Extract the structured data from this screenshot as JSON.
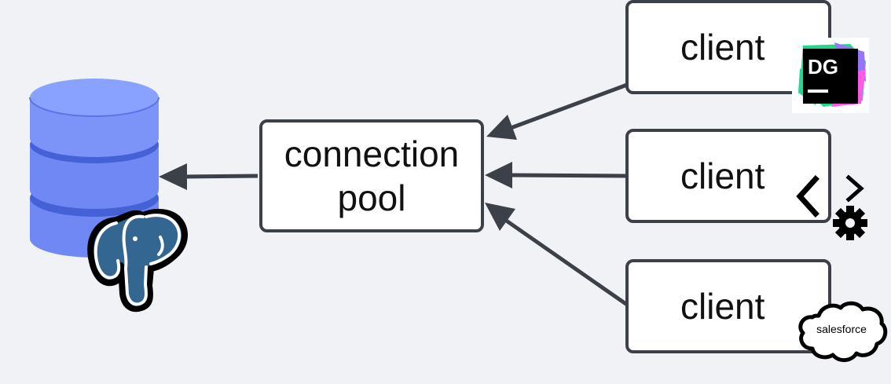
{
  "diagram": {
    "pool": {
      "line1": "connection",
      "line2": "pool"
    },
    "clients": [
      {
        "label": "client",
        "icon": "datagrip-icon",
        "icon_text": "DG"
      },
      {
        "label": "client",
        "icon": "code-gear-icon"
      },
      {
        "label": "client",
        "icon": "salesforce-icon",
        "icon_text": "salesforce"
      }
    ],
    "database": {
      "icon": "database-icon",
      "badge": "postgresql-elephant-icon"
    }
  },
  "colors": {
    "background": "#f0f2f5",
    "box_border": "#3c4048",
    "arrow": "#3c4048",
    "database_light": "#8aa2ff",
    "database_mid": "#6f88f4",
    "database_dark": "#4561d6",
    "elephant_blue": "#336791"
  }
}
